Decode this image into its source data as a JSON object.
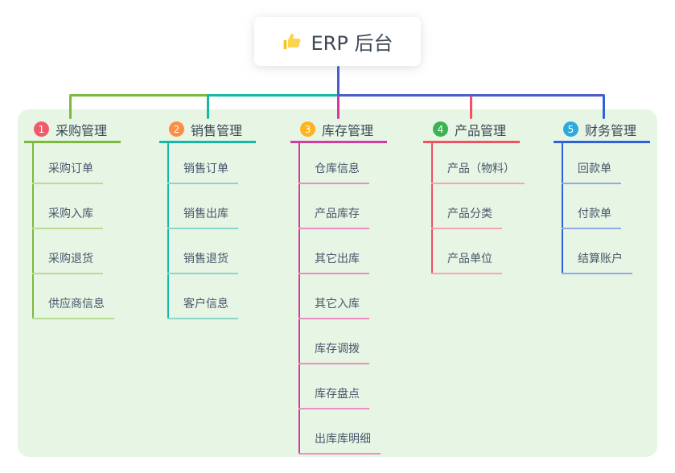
{
  "root": {
    "label": "ERP 后台",
    "icon": "thumbs-up-icon"
  },
  "connector_color": "#4a5ec8",
  "panel_bg": "#e6f5e4",
  "branches": [
    {
      "index": "1",
      "title": "采购管理",
      "color": "#7cb93e",
      "light_color": "#b9dc95",
      "badge_color": "#f15b69",
      "items": [
        "采购订单",
        "采购入库",
        "采购退货",
        "供应商信息"
      ]
    },
    {
      "index": "2",
      "title": "销售管理",
      "color": "#14b8a6",
      "light_color": "#8ad6cb",
      "badge_color": "#ff8e42",
      "items": [
        "销售订单",
        "销售出库",
        "销售退货",
        "客户信息"
      ]
    },
    {
      "index": "3",
      "title": "库存管理",
      "color": "#d23ba1",
      "light_color": "#ef8cc6",
      "badge_color": "#ffb41f",
      "items": [
        "仓库信息",
        "产品库存",
        "其它出库",
        "其它入库",
        "库存调拨",
        "库存盘点",
        "出库库明细"
      ]
    },
    {
      "index": "4",
      "title": "产品管理",
      "color": "#f35063",
      "light_color": "#f9a5ae",
      "badge_color": "#3cb353",
      "items": [
        "产品（物料）",
        "产品分类",
        "产品单位"
      ]
    },
    {
      "index": "5",
      "title": "财务管理",
      "color": "#2f62d8",
      "light_color": "#90a9e7",
      "badge_color": "#2caade",
      "items": [
        "回款单",
        "付款单",
        "结算账户"
      ]
    }
  ]
}
